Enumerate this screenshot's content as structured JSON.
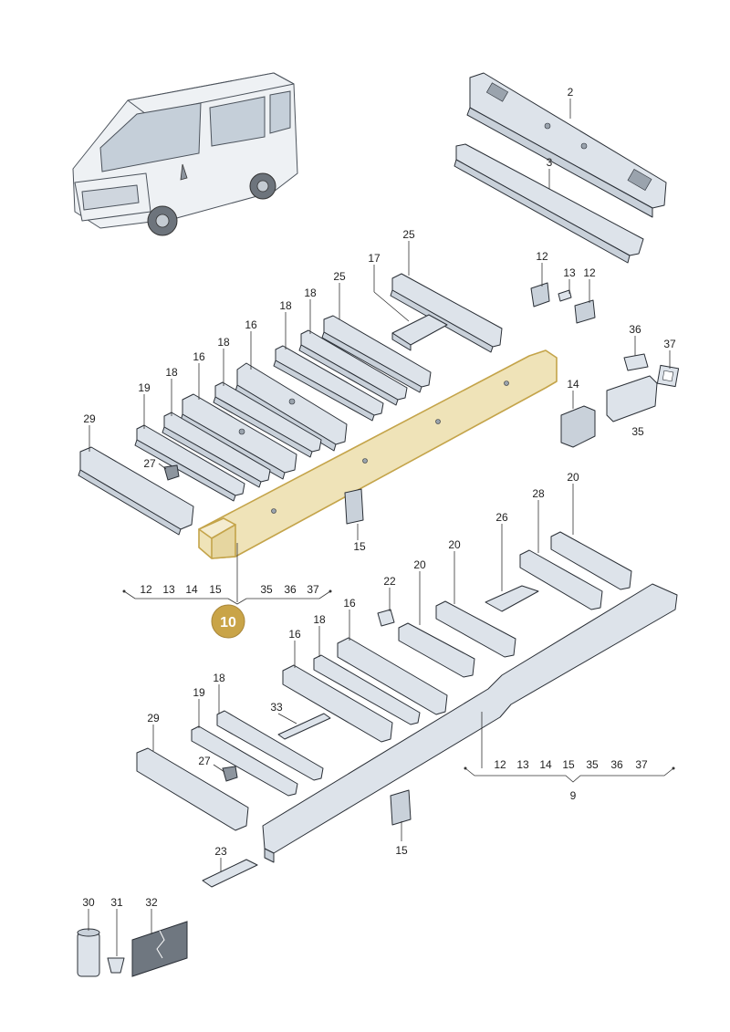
{
  "callouts": {
    "c2": "2",
    "c3": "3",
    "c25a": "25",
    "c25b": "25",
    "c17": "17",
    "c12a": "12",
    "c13": "13",
    "c12b": "12",
    "c36": "36",
    "c37": "37",
    "c14": "14",
    "c35": "35",
    "c18a": "18",
    "c18b": "18",
    "c18c": "18",
    "c18d": "18",
    "c16a": "16",
    "c16b": "16",
    "c19a": "19",
    "c29a": "29",
    "c27a": "27",
    "c15a": "15",
    "c22": "22",
    "c20a": "20",
    "c20b": "20",
    "c26": "26",
    "c28": "28",
    "c20c": "20",
    "c16c": "16",
    "c18e": "18",
    "c16d": "16",
    "c33": "33",
    "c19b": "19",
    "c18f": "18",
    "c29b": "29",
    "c27b": "27",
    "c15b": "15",
    "c23": "23",
    "c30": "30",
    "c31": "31",
    "c32": "32"
  },
  "group_10_refs": [
    "12",
    "13",
    "14",
    "15",
    "35",
    "36",
    "37"
  ],
  "group_9_refs": [
    "12",
    "13",
    "14",
    "15",
    "35",
    "36",
    "37"
  ],
  "badge_10": "10",
  "label_9": "9",
  "colors": {
    "highlight_fill": "#efe3b8",
    "highlight_stroke": "#c4a44a",
    "badge": "#c9a448",
    "part_fill": "#dde3ea"
  }
}
